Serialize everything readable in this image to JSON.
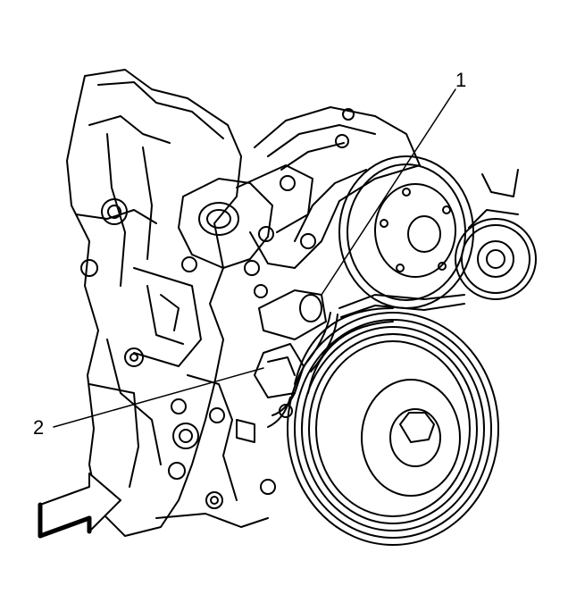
{
  "callouts": [
    {
      "id": "1",
      "label": "1"
    },
    {
      "id": "2",
      "label": "2"
    }
  ],
  "colors": {
    "line": "#000000",
    "background": "#ffffff"
  },
  "icons": [
    "direction-arrow-icon"
  ]
}
